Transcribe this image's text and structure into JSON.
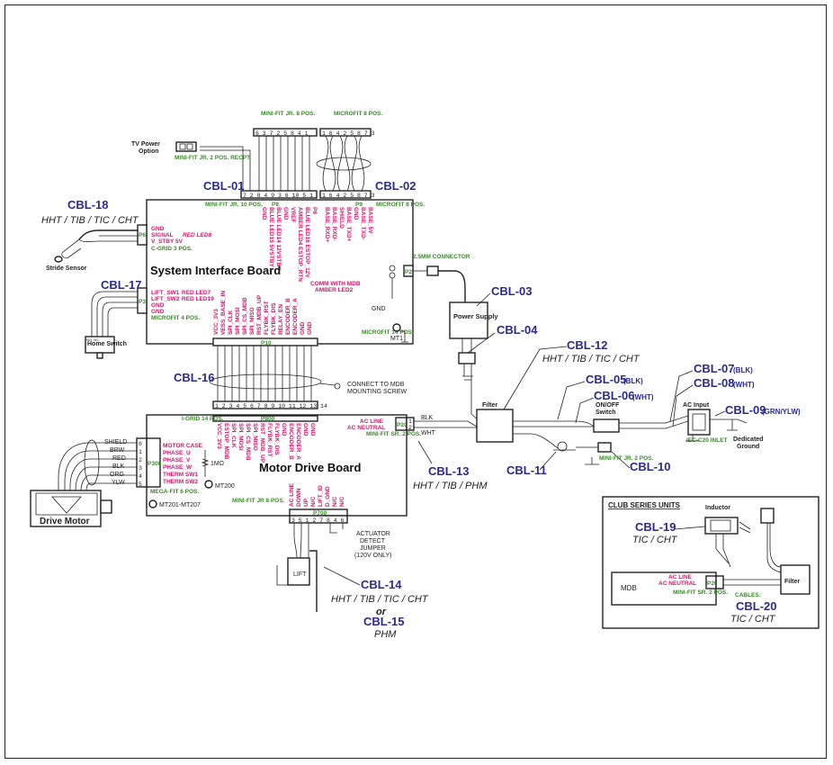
{
  "boards": {
    "sib": "System Interface Board",
    "mdb": "Motor Drive Board",
    "power_supply": "Power Supply",
    "filter": "Filter",
    "drive_motor": "Drive Motor",
    "lift": "LIFT",
    "home_switch": "Home Switch",
    "home_switch_sub": "NO. NC",
    "stride_sensor": "Stride Sensor",
    "tv_power": "TV Power Option",
    "tv_power_1": "TV Power",
    "tv_power_2": "Option",
    "ac_input": "AC Input",
    "iec_inlet": "IEC-C20 INLET",
    "dedicated_ground": "Dedicated Ground",
    "dedicated_1": "Dedicated",
    "dedicated_2": "Ground",
    "onoff": "ON/OFF Switch",
    "onoff_1": "ON/OFF",
    "onoff_2": "Switch"
  },
  "cables": {
    "c01": "CBL-01",
    "c02": "CBL-02",
    "c03": "CBL-03",
    "c04": "CBL-04",
    "c05": "CBL-05",
    "c05s": "(BLK)",
    "c06": "CBL-06",
    "c06s": "(WHT)",
    "c07": "CBL-07",
    "c07s": "(BLK)",
    "c08": "CBL-08",
    "c08s": "(WHT)",
    "c09": "CBL-09",
    "c09s": "(GRN/YLW)",
    "c10": "CBL-10",
    "c11": "CBL-11",
    "c12": "CBL-12",
    "c13": "CBL-13",
    "c14": "CBL-14",
    "c15": "CBL-15",
    "c16": "CBL-16",
    "c17": "CBL-17",
    "c18": "CBL-18",
    "c19": "CBL-19",
    "c20": "CBL-20"
  },
  "models": {
    "m18": "HHT / TIB / TIC / CHT",
    "m12": "HHT / TIB / TIC / CHT",
    "m13": "HHT / TIB / PHM",
    "m14": "HHT / TIB / TIC / CHT",
    "or": "or",
    "m15": "PHM",
    "m19": "TIC / CHT",
    "m20": "TIC / CHT"
  },
  "connectors": {
    "minifit8": "MINI-FIT JR. 8 POS.",
    "microfit8": "MICROFIT 8 POS.",
    "minifit2recpt": "MINI-FIT JR. 2 POS. RECPT.",
    "minifit10": "MINI-FIT JR. 10 POS.",
    "p8": "P8",
    "microfit8b": "MICROFIT 8 POS.",
    "p9": "P9",
    "cgrid3": "C-GRID 3 POS.",
    "p6": "P6",
    "microfit4": "MICROFIT 4 POS.",
    "p3": "P3",
    "conn25": "2.5MM CONNECTOR",
    "p2": "P2",
    "microfit14": "MICROFIT 14 POS.",
    "p10": "P10",
    "igrid14": "I-GRID 14 POS.",
    "p800": "P800",
    "minifitsr2": "MINI-FIT SR. 2 POS.",
    "p200": "P200",
    "megafit6": "MEGA-FIT 6 POS.",
    "p300": "P300",
    "minifit8b": "MINI-FIT JR 8 POS.",
    "p700": "P700",
    "minifit2": "MINI-FIT JR. 2 POS.",
    "cables_label": "CABLES:",
    "minifitsr2b": "MINI-FIT SR. 2 POS."
  },
  "signals": {
    "gnd": "GND",
    "signal": "SIGNAL",
    "red_led8": "RED LED8",
    "v_stby": "V_STBY 5V",
    "lift_sw1": "LIFT_SW1",
    "red_led7": "RED LED7",
    "lift_sw2": "LIFT_SW2",
    "red_led19": "RED LED19",
    "comm_mdb": "COMM WITH MDB",
    "amber_led2": "AMBER LED2",
    "ac_line": "AC LINE",
    "ac_neutral": "AC NEUTRAL",
    "motor_case": "MOTOR CASE",
    "phase_u": "PHASE_U",
    "phase_v": "PHASE_V",
    "phase_w": "PHASE_W",
    "therm_sw1": "THERM SW1",
    "therm_sw2": "THERM SW2",
    "res": "1MΩ",
    "blk": "BLK",
    "wht": "WHT"
  },
  "sib_p8_pins": [
    "GND",
    "BLUE LED15 5VSTBY",
    "BLUE LED14 12VSTBY",
    "GND",
    "VREF",
    "AMBER LED4 ESTOP_RTN",
    "BLUE LED16 ESTOP_12V",
    "P8"
  ],
  "sib_p9_pins": [
    "BASE_RXD+",
    "BASE_RXD-",
    "SHIELD",
    "BASE_TXD+",
    "GND",
    "BASE_TXD-",
    "BASE_5V"
  ],
  "sib_p10_pins": [
    "VCC_3V3",
    "VESS_BASE_IN",
    "SPI_CLK",
    "SPI_MOSI",
    "SPI_CS_MDB",
    "SPI_MISO",
    "RST_MDB_UP",
    "FLYBK_RST",
    "FLYBK_DIS",
    "RELAY_EN",
    "ENCODER_B",
    "ENCODER_A",
    "GND",
    "GND"
  ],
  "mdb_p800_pins": [
    "VCC_3V3",
    "ESTOP_MDB",
    "SPI_CLK",
    "SPI_MOSI",
    "SPI_CS_MDB",
    "SPI_MISO",
    "RST_MDB_UP",
    "FLYBK_RST",
    "FLYBK_DIS",
    "GND",
    "ENCODER_B",
    "ENCODER_A",
    "GND",
    "GND"
  ],
  "mdb_p700_pins": [
    "AC LINE",
    "DOWN",
    "UP",
    "N/C",
    "LIFT_ID",
    "D_GND",
    "N/C",
    "N/C"
  ],
  "motor_wires": [
    "SHIELD",
    "BRW",
    "RED",
    "BLK",
    "ORG",
    "YLW"
  ],
  "pin_numbers": {
    "p1_top": "6 3 7 2 5 8 4 1",
    "p1_bot": "7 2 8 4 9 3 6 10 5 1",
    "p2_top": "1 6 4 2 5 8 7 3",
    "p2_bot": "1 6 4 2 5 8 7 3",
    "p10": "1 2 3 4 5 6 7 8 9 10 11 12 13 14",
    "p800": "1 2 3 4 5 6 7 8 9 10 11 12 13 14",
    "p700": "3 5 1 2 7 8 4 6"
  },
  "misc": {
    "connect_mdb": "CONNECT TO MDB MOUNTING SCREW",
    "connect_1": "CONNECT TO MDB",
    "connect_2": "MOUNTING SCREW",
    "mt1": "MT1",
    "mt200": "MT200",
    "mt201": "MT201-MT207",
    "gnd": "GND",
    "actuator": "ACTUATOR DETECT JUMPER (120V ONLY)",
    "act_1": "ACTUATOR",
    "act_2": "DETECT",
    "act_3": "JUMPER",
    "act_4": "(120V ONLY)"
  },
  "inset": {
    "title": "CLUB SERIES UNITS",
    "inductor": "Inductor",
    "mdb": "MDB",
    "filter": "Filter"
  }
}
